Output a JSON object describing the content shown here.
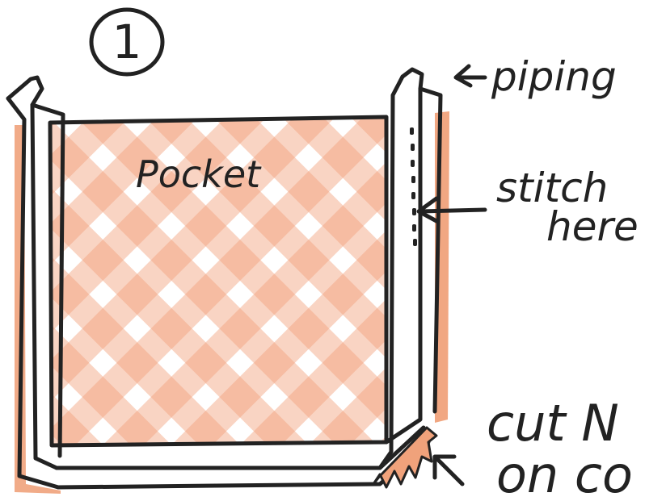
{
  "step": {
    "number": "1"
  },
  "labels": {
    "pocket": "Pocket",
    "piping": "piping",
    "stitch_line1": "stitch",
    "stitch_line2": "here",
    "cut_line1": "cut N",
    "cut_line2": "on co"
  },
  "colors": {
    "ink": "#222222",
    "pocket_fill": "#f2a07a",
    "trim_fill": "#f0a27b",
    "paper": "#ffffff"
  }
}
